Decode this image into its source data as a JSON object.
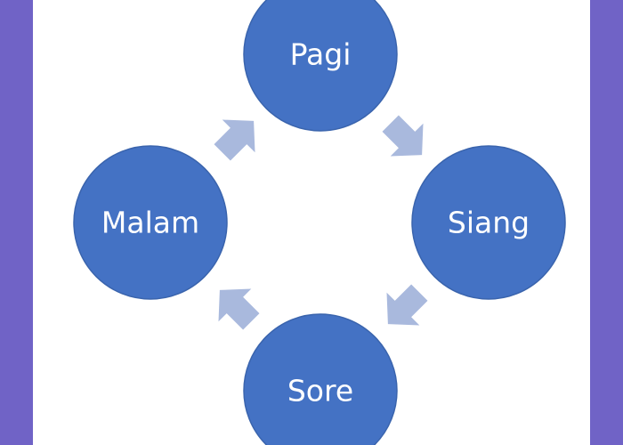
{
  "diagram": {
    "type": "cycle",
    "colors": {
      "frame": "#7063c6",
      "background": "#ffffff",
      "node_fill": "#4472c4",
      "node_stroke": "#3a64ad",
      "arrow_fill": "#a9b9dd",
      "label": "#ffffff"
    },
    "nodes": [
      {
        "id": "pagi",
        "label": "Pagi"
      },
      {
        "id": "siang",
        "label": "Siang"
      },
      {
        "id": "sore",
        "label": "Sore"
      },
      {
        "id": "malam",
        "label": "Malam"
      }
    ],
    "edges": [
      {
        "from": "pagi",
        "to": "siang"
      },
      {
        "from": "siang",
        "to": "sore"
      },
      {
        "from": "sore",
        "to": "malam"
      },
      {
        "from": "malam",
        "to": "pagi"
      }
    ]
  }
}
